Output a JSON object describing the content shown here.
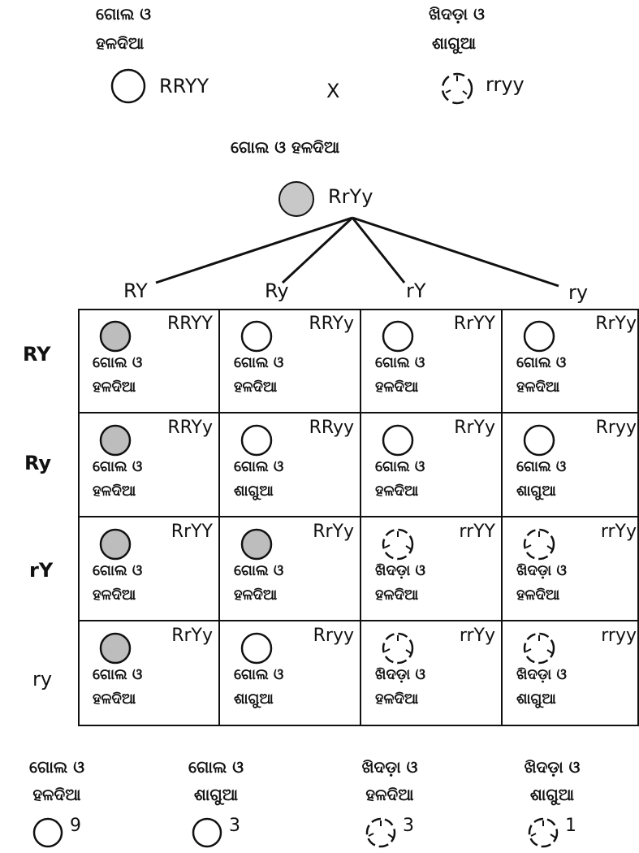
{
  "parents": {
    "left": {
      "label_line1": "ଗୋଲ ଓ",
      "label_line2": "ହଳଦିଆ",
      "genotype": "RRYY",
      "shape": "round"
    },
    "cross": "X",
    "right": {
      "label_line1": "ଖିଦଡ଼ା ଓ",
      "label_line2": "ଶାଗୁଆ",
      "genotype": "rryy",
      "shape": "wrinkled"
    }
  },
  "f1": {
    "label": "ଗୋଲ ଓ ହଳଦିଆ",
    "genotype": "RrYy"
  },
  "gametes": [
    "RY",
    "Ry",
    "rY",
    "ry"
  ],
  "grid": [
    [
      {
        "genotype": "RRYY",
        "line1": "ଗୋଲ ଓ",
        "line2": "ହଳଦିଆ",
        "shape": "round-shaded"
      },
      {
        "genotype": "RRYy",
        "line1": "ଗୋଲ ଓ",
        "line2": "ହଳଦିଆ",
        "shape": "round"
      },
      {
        "genotype": "RrYY",
        "line1": "ଗୋଲ ଓ",
        "line2": "ହଳଦିଆ",
        "shape": "round"
      },
      {
        "genotype": "RrYy",
        "line1": "ଗୋଲ ଓ",
        "line2": "ହଳଦିଆ",
        "shape": "round"
      }
    ],
    [
      {
        "genotype": "RRYy",
        "line1": "ଗୋଲ ଓ",
        "line2": "ହଳଦିଆ",
        "shape": "round-shaded"
      },
      {
        "genotype": "RRyy",
        "line1": "ଗୋଲ ଓ",
        "line2": "ଶାଗୁଆ",
        "shape": "round"
      },
      {
        "genotype": "RrYy",
        "line1": "ଗୋଲ ଓ",
        "line2": "ହଳଦିଆ",
        "shape": "round"
      },
      {
        "genotype": "Rryy",
        "line1": "ଗୋଲ ଓ",
        "line2": "ଶାଗୁଆ",
        "shape": "round"
      }
    ],
    [
      {
        "genotype": "RrYY",
        "line1": "ଗୋଲ ଓ",
        "line2": "ହଳଦିଆ",
        "shape": "round-shaded"
      },
      {
        "genotype": "RrYy",
        "line1": "ଗୋଲ ଓ",
        "line2": "ହଳଦିଆ",
        "shape": "round-shaded"
      },
      {
        "genotype": "rrYY",
        "line1": "ଖିଦଡ଼ା ଓ",
        "line2": "ହଳଦିଆ",
        "shape": "wrinkled"
      },
      {
        "genotype": "rrYy",
        "line1": "ଖିଦଡ଼ା ଓ",
        "line2": "ହଳଦିଆ",
        "shape": "wrinkled"
      }
    ],
    [
      {
        "genotype": "RrYy",
        "line1": "ଗୋଲ ଓ",
        "line2": "ହଳଦିଆ",
        "shape": "round-shaded"
      },
      {
        "genotype": "Rryy",
        "line1": "ଗୋଲ ଓ",
        "line2": "ଶାଗୁଆ",
        "shape": "round"
      },
      {
        "genotype": "rrYy",
        "line1": "ଖିଦଡ଼ା ଓ",
        "line2": "ହଳଦିଆ",
        "shape": "wrinkled"
      },
      {
        "genotype": "rryy",
        "line1": "ଖିଦଡ଼ା ଓ",
        "line2": "ଶାଗୁଆ",
        "shape": "wrinkled"
      }
    ]
  ],
  "summary": [
    {
      "line1": "ଗୋଲ ଓ",
      "line2": "ହଳଦିଆ",
      "count": "9",
      "shape": "round"
    },
    {
      "line1": "ଗୋଲ ଓ",
      "line2": "ଶାଗୁଆ",
      "count": "3",
      "shape": "round"
    },
    {
      "line1": "ଖିଦଡ଼ା ଓ",
      "line2": "ହଳଦିଆ",
      "count": "3",
      "shape": "wrinkled"
    },
    {
      "line1": "ଖିଦଡ଼ା ଓ",
      "line2": "ଶାଗୁଆ",
      "count": "1",
      "shape": "wrinkled"
    }
  ]
}
